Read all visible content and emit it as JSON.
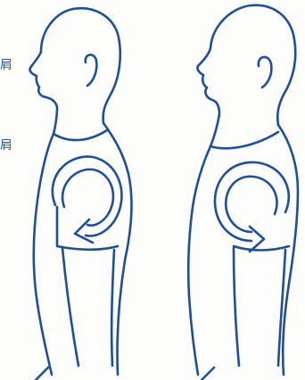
{
  "palette": {
    "ink": "#1f4e9a",
    "background": "#fdfdfb",
    "margin_text": "#1f4e9a"
  },
  "figures": [
    {
      "name": "left-figure",
      "arrow_direction": "backward",
      "icon": "rotate-backward-arrow-icon"
    },
    {
      "name": "right-figure",
      "arrow_direction": "forward",
      "icon": "rotate-forward-arrow-icon"
    }
  ],
  "margin_fragments": {
    "top": "肩",
    "bottom": "肩"
  }
}
